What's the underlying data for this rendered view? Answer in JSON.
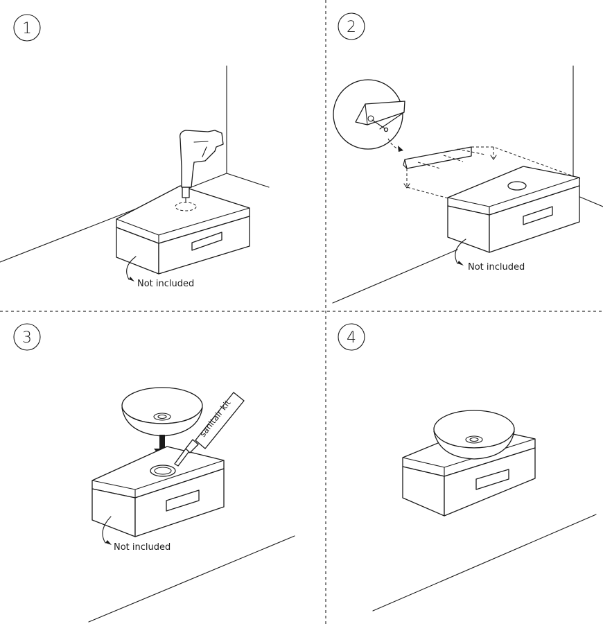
{
  "steps": [
    {
      "number": "1",
      "note": "Not included"
    },
    {
      "number": "2",
      "note": "Not included"
    },
    {
      "number": "3",
      "note": "Not included",
      "tube_label": "sanitair kit"
    },
    {
      "number": "4"
    }
  ],
  "colors": {
    "line": "#1a1a1a",
    "background": "#ffffff"
  }
}
